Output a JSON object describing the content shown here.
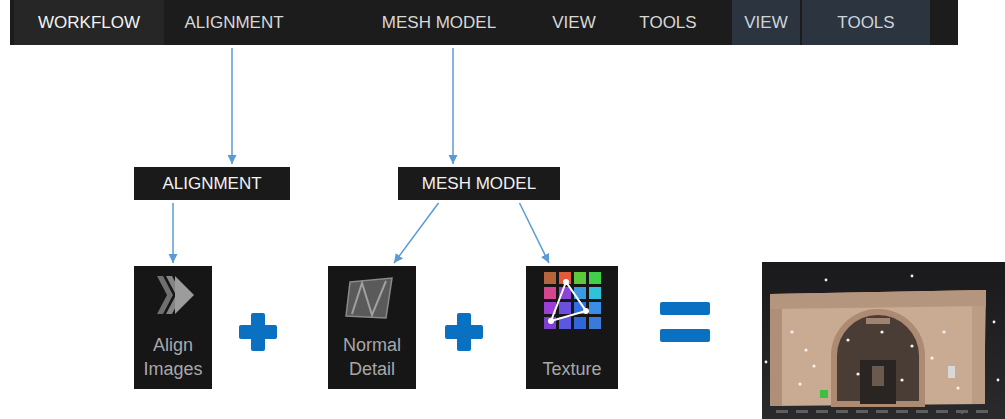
{
  "diagram": {
    "nodes": [
      {
        "text": [
          "WORKFLOW"
        ]
      },
      {
        "text": [
          "ALIGNMENT"
        ]
      },
      {
        "text": [
          "MESH MODEL"
        ]
      },
      {
        "text": [
          "VIEW"
        ]
      },
      {
        "text": [
          "TOOLS"
        ]
      },
      {
        "text": [
          "VIEW"
        ]
      },
      {
        "text": [
          "TOOLS"
        ]
      },
      {
        "text": [
          "ALIGNMENT"
        ]
      },
      {
        "text": [
          "MESH MODEL"
        ]
      },
      {
        "text": [
          "Align Images"
        ]
      },
      {
        "text": [
          "Normal Detail"
        ]
      },
      {
        "text": [
          "Texture"
        ]
      }
    ],
    "edges": [
      {
        "from": 1,
        "to": 7,
        "arrow": "to"
      },
      {
        "from": 2,
        "to": 8,
        "arrow": "to"
      },
      {
        "from": 7,
        "to": 9,
        "arrow": "to"
      },
      {
        "from": 8,
        "to": 10,
        "arrow": "to"
      },
      {
        "from": 8,
        "to": 11,
        "arrow": "to"
      }
    ]
  }
}
